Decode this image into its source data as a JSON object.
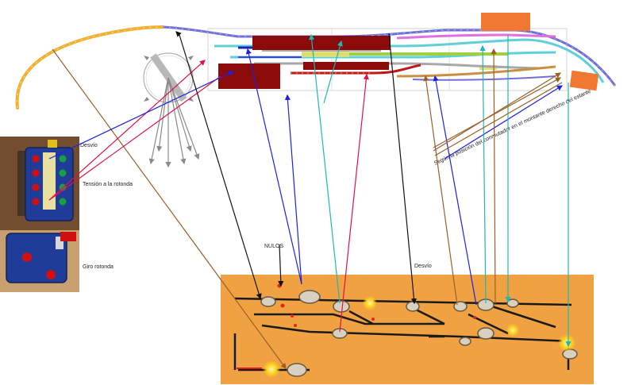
{
  "labels": {
    "desvio_left": "Desvío",
    "tension_rotonda": "Tensión a la rotonda",
    "giro_rotonda": "Giro rotonda",
    "nulos": "NULOS",
    "desvio_panel": "Desvío",
    "segun_posicion": "Según la posición del conmutador en el montante derecho del estante"
  },
  "colors": {
    "panel_bg": "#f3a84a",
    "track_yellow": "#f0b030",
    "track_blue": "#7070d8",
    "track_cyan": "#5fd0d8",
    "track_magenta": "#e070e0",
    "track_green": "#a0d040",
    "track_red": "#c01818",
    "platform": "#8b0a0a",
    "building": "#f07830",
    "arrow_blue": "#2020e0",
    "arrow_red": "#e0104a",
    "arrow_black": "#111111",
    "arrow_cyan": "#20b8b0",
    "arrow_brown": "#9a6028",
    "led_lit": "#ffd21a"
  }
}
